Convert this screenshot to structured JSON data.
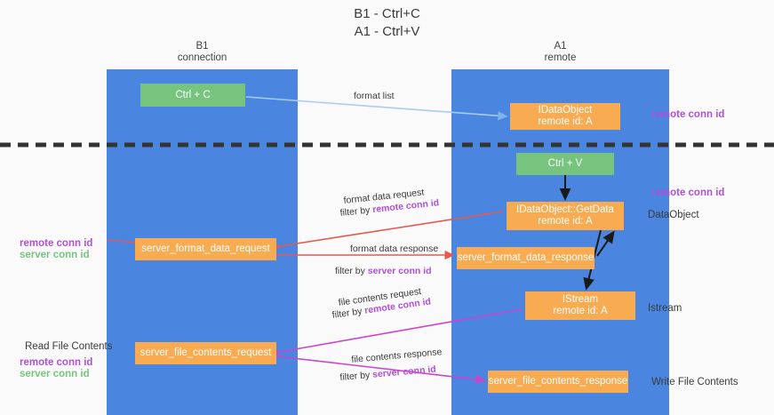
{
  "title": {
    "line1": "B1 - Ctrl+C",
    "line2": "A1 - Ctrl+V"
  },
  "lanes": {
    "left": {
      "name": "B1",
      "role": "connection"
    },
    "right": {
      "name": "A1",
      "role": "remote"
    }
  },
  "boxes": {
    "ctrl_c": "Ctrl + C",
    "ctrl_v": "Ctrl + V",
    "idataobject_l1": "IDataObject",
    "idataobject_l2": "remote id: A",
    "getdata_l1": "IDataObject::GetData",
    "getdata_l2": "remote id: A",
    "istream_l1": "IStream",
    "istream_l2": "remote id: A",
    "server_format_data_request": "server_format_data_request",
    "server_format_data_response": "server_format_data_response",
    "server_file_contents_request": "server_file_contents_request",
    "server_file_contents_response": "server_file_contents_response"
  },
  "right_labels": {
    "remote_conn_id_top": "remote conn id",
    "remote_conn_id_mid": "remote conn id",
    "dataobject": "DataObject",
    "istream": "Istream",
    "write_file_contents": "Write File Contents"
  },
  "left_labels": {
    "remote_conn_id": "remote conn id",
    "server_conn_id": "server conn id",
    "read_file_contents": "Read File Contents",
    "remote_conn_id_2": "remote conn id",
    "server_conn_id_2": "server conn id"
  },
  "arrow_labels": {
    "format_list": "format list",
    "format_data_request": "format data request",
    "format_data_request_filter_prefix": "filter by ",
    "format_data_request_filter_key": "remote conn id",
    "format_data_response": "format data response",
    "format_data_response_filter_prefix": "filter by ",
    "format_data_response_filter_key": "server conn id",
    "file_contents_request": "file contents request",
    "file_contents_request_filter_prefix": "filter by ",
    "file_contents_request_filter_key": "remote conn id",
    "file_contents_response": "file contents response",
    "file_contents_response_filter_prefix": "filter by ",
    "file_contents_response_filter_key": "server conn id"
  },
  "colors": {
    "lane": "#4a86e0",
    "green": "#76c47e",
    "orange": "#f9ab52",
    "purple": "#b14fd8",
    "red_arrow": "#e8584f",
    "magenta_arrow": "#cc44cc",
    "light_blue_arrow": "#a8cdf0",
    "divider": "#333333"
  }
}
